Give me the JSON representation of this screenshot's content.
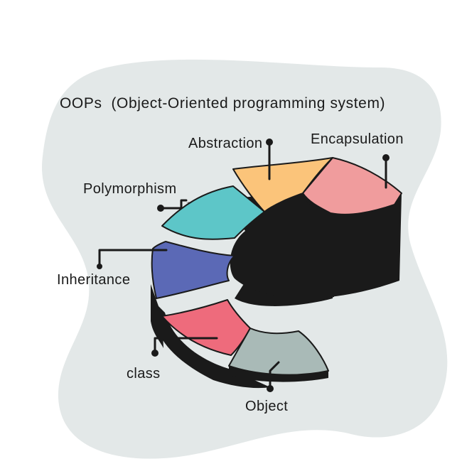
{
  "title": "OOPs  (Object-Oriented programming system)",
  "segments": [
    {
      "key": "encapsulation",
      "label": "Encapsulation",
      "color": "#f09c9d"
    },
    {
      "key": "abstraction",
      "label": "Abstraction",
      "color": "#fbc47a"
    },
    {
      "key": "polymorphism",
      "label": "Polymorphism",
      "color": "#5dc6c8"
    },
    {
      "key": "inheritance",
      "label": "Inheritance",
      "color": "#5b69b6"
    },
    {
      "key": "class",
      "label": "class",
      "color": "#ee6b7c"
    },
    {
      "key": "object",
      "label": "Object",
      "color": "#a9bab7"
    }
  ],
  "colors": {
    "blob": "#e3e8e8",
    "side": "#1a1a1a"
  }
}
